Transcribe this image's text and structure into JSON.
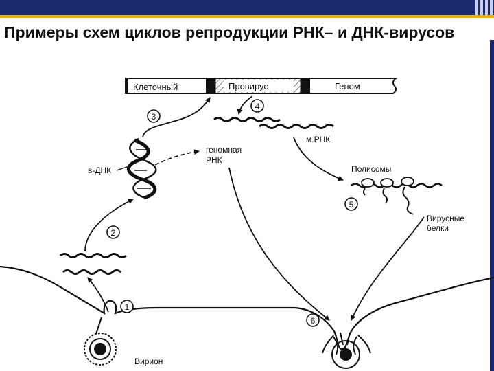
{
  "slide": {
    "title": "Примеры схем циклов репродукции РНК– и ДНК-вирусов"
  },
  "diagram": {
    "genome_bar": {
      "cellular": "Клеточный",
      "provirus": "Провирус",
      "genome": "Геном"
    },
    "labels": {
      "dna": "в-ДНК",
      "genomic_rna_1": "геномная",
      "genomic_rna_2": "РНК",
      "mrna": "м.РНК",
      "polysomes": "Полисомы",
      "viral_proteins_1": "Вирусные",
      "viral_proteins_2": "белки",
      "virion": "Вирион"
    },
    "steps": [
      "1",
      "2",
      "3",
      "4",
      "5",
      "6"
    ]
  }
}
